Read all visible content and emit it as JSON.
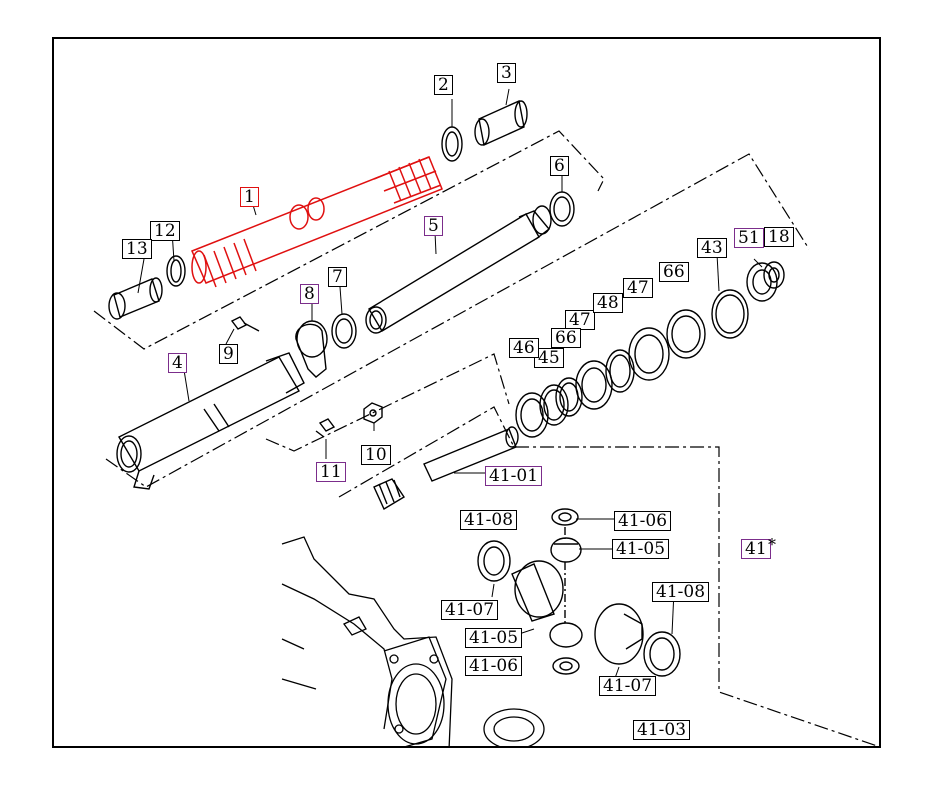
{
  "callouts": [
    {
      "id": "c1",
      "text": "1",
      "style": "red",
      "interactable": true
    },
    {
      "id": "c2",
      "text": "2",
      "style": "plain",
      "interactable": false
    },
    {
      "id": "c3",
      "text": "3",
      "style": "plain",
      "interactable": false
    },
    {
      "id": "c4",
      "text": "4",
      "style": "purple",
      "interactable": true
    },
    {
      "id": "c5",
      "text": "5",
      "style": "purple",
      "interactable": true
    },
    {
      "id": "c6",
      "text": "6",
      "style": "plain",
      "interactable": false
    },
    {
      "id": "c7",
      "text": "7",
      "style": "plain",
      "interactable": false
    },
    {
      "id": "c8",
      "text": "8",
      "style": "purple",
      "interactable": true
    },
    {
      "id": "c9",
      "text": "9",
      "style": "plain",
      "interactable": false
    },
    {
      "id": "c10",
      "text": "10",
      "style": "plain",
      "interactable": false
    },
    {
      "id": "c11",
      "text": "11",
      "style": "purple",
      "interactable": true
    },
    {
      "id": "c12",
      "text": "12",
      "style": "plain",
      "interactable": false
    },
    {
      "id": "c13",
      "text": "13",
      "style": "plain",
      "interactable": false
    },
    {
      "id": "c18",
      "text": "18",
      "style": "plain",
      "interactable": false
    },
    {
      "id": "c41",
      "text": "41",
      "style": "purple",
      "interactable": true
    },
    {
      "id": "c41-01",
      "text": "41-01",
      "style": "purple",
      "interactable": true
    },
    {
      "id": "c41-03",
      "text": "41-03",
      "style": "plain",
      "interactable": false
    },
    {
      "id": "c41-05a",
      "text": "41-05",
      "style": "plain",
      "interactable": false
    },
    {
      "id": "c41-05b",
      "text": "41-05",
      "style": "plain",
      "interactable": false
    },
    {
      "id": "c41-06a",
      "text": "41-06",
      "style": "plain",
      "interactable": false
    },
    {
      "id": "c41-06b",
      "text": "41-06",
      "style": "plain",
      "interactable": false
    },
    {
      "id": "c41-07a",
      "text": "41-07",
      "style": "plain",
      "interactable": false
    },
    {
      "id": "c41-07b",
      "text": "41-07",
      "style": "plain",
      "interactable": false
    },
    {
      "id": "c41-08a",
      "text": "41-08",
      "style": "plain",
      "interactable": false
    },
    {
      "id": "c41-08b",
      "text": "41-08",
      "style": "plain",
      "interactable": false
    },
    {
      "id": "c43",
      "text": "43",
      "style": "plain",
      "interactable": false
    },
    {
      "id": "c45",
      "text": "45",
      "style": "plain",
      "interactable": false
    },
    {
      "id": "c46",
      "text": "46",
      "style": "plain",
      "interactable": false
    },
    {
      "id": "c47a",
      "text": "47",
      "style": "plain",
      "interactable": false
    },
    {
      "id": "c47b",
      "text": "47",
      "style": "plain",
      "interactable": false
    },
    {
      "id": "c48",
      "text": "48",
      "style": "plain",
      "interactable": false
    },
    {
      "id": "c51",
      "text": "51",
      "style": "purple",
      "interactable": true
    },
    {
      "id": "c66a",
      "text": "66",
      "style": "plain",
      "interactable": false
    },
    {
      "id": "c66b",
      "text": "66",
      "style": "plain",
      "interactable": false
    }
  ],
  "asterisk": "*",
  "colors": {
    "highlight": "#e01010",
    "link": "#7b2d8b",
    "line": "#000000"
  }
}
